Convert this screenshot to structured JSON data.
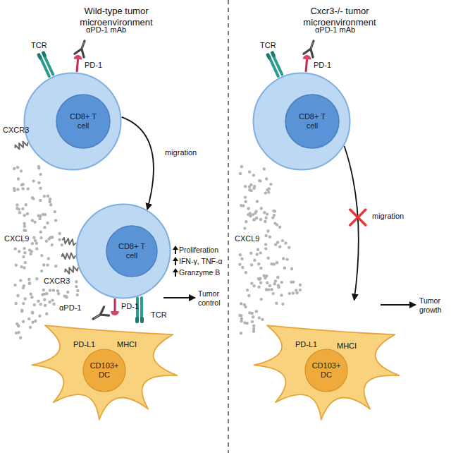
{
  "diagram": {
    "nodes": [
      {
        "text": [
          "CD8+ T cell"
        ]
      },
      {
        "text": [
          "CD8+ T cell"
        ]
      },
      {
        "text": [
          "CD103+ DC"
        ]
      },
      {
        "text": [
          "CD8+ T cell"
        ]
      },
      {
        "text": [
          "CD103+ DC"
        ]
      }
    ],
    "edges": [
      {
        "from": 0,
        "to": 1,
        "label": "migration",
        "arrow": "to"
      },
      {
        "from": 3,
        "to": 4,
        "label": "migration",
        "arrow": "to"
      }
    ],
    "labels": [
      "Wild-type tumor microenvironment",
      "TCR",
      "αPD-1 mAb",
      "PD-1",
      "CXCR3",
      "CXCL9",
      "Proliferation",
      "IFN-γ, TNF-α",
      "Granzyme B",
      "Tumor control",
      "CXCR3",
      "PD-1",
      "αPD-1",
      "TCR",
      "PD-L1",
      "MHCI",
      "Cxcr3-/- tumor microenvironment",
      "TCR",
      "αPD-1 mAb",
      "PD-1",
      "CXCL9",
      "PD-L1",
      "MHCI",
      "Tumor growth"
    ]
  }
}
